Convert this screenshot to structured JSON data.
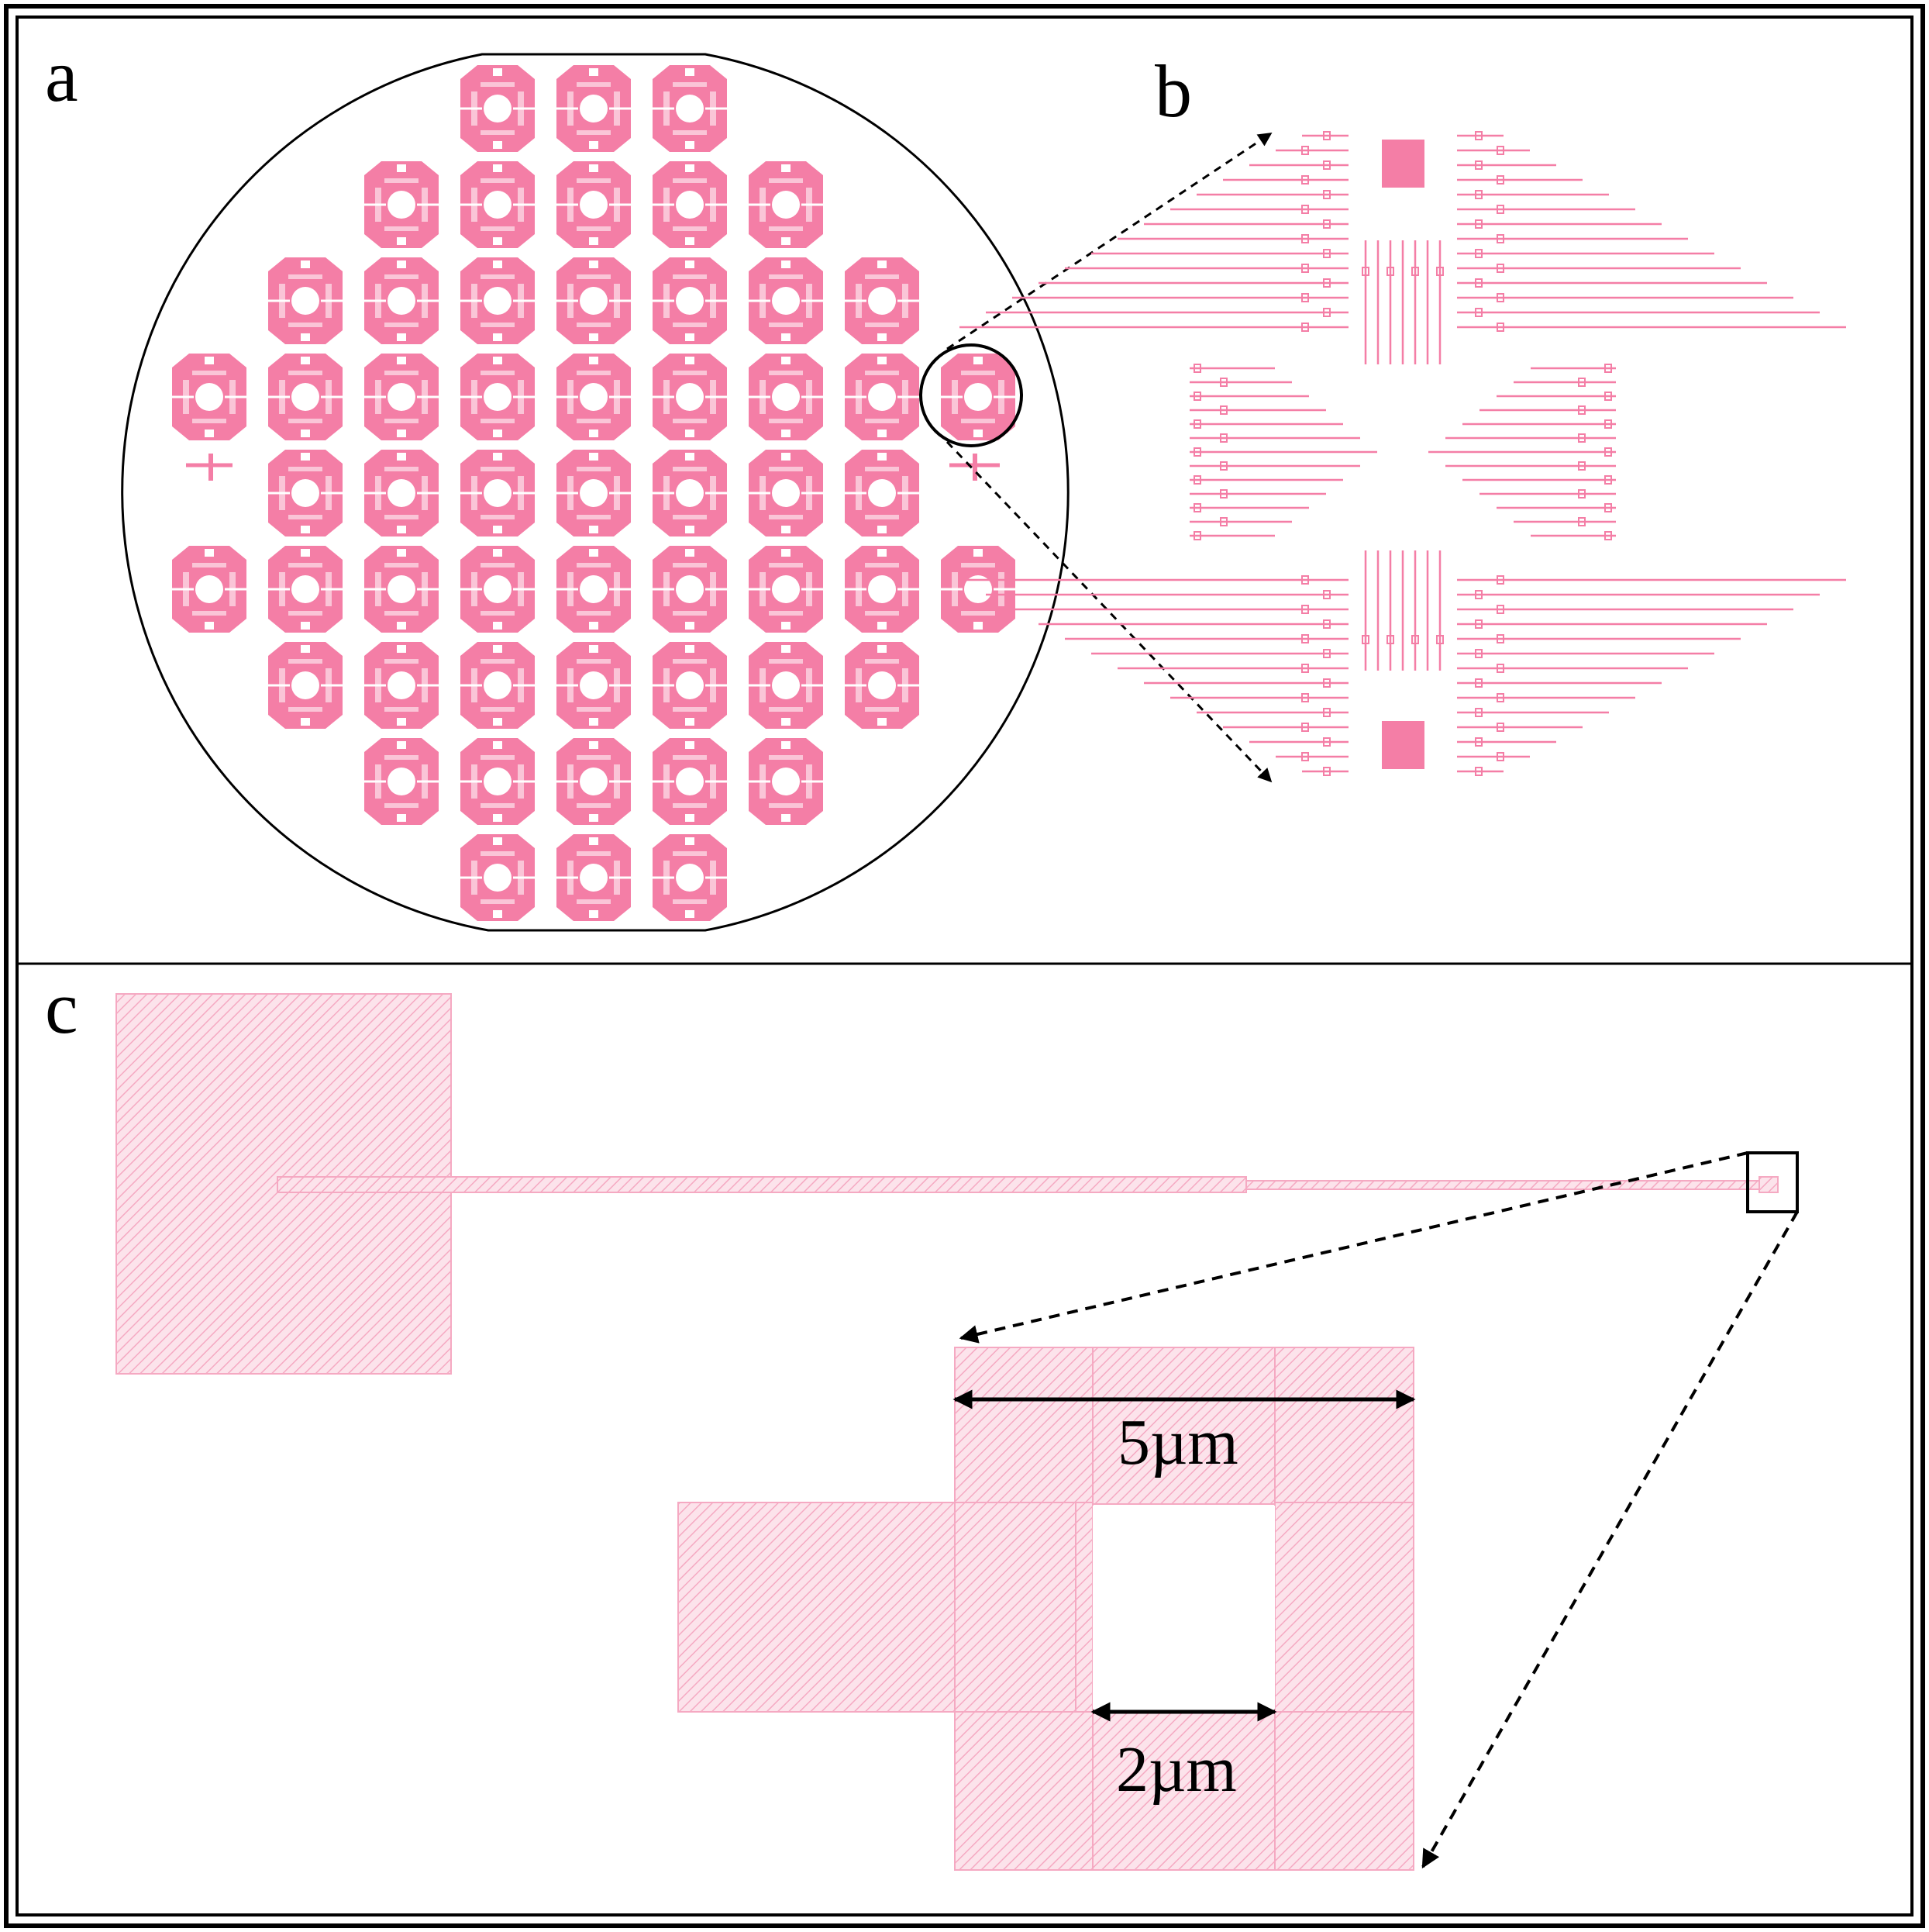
{
  "figure": {
    "panels": [
      {
        "id": "a",
        "label": "a"
      },
      {
        "id": "b",
        "label": "b"
      },
      {
        "id": "c",
        "label": "c"
      }
    ],
    "dimensions": {
      "outer": "5µm",
      "inner": "2µm"
    },
    "wafer_rows": [
      3,
      5,
      7,
      9,
      7,
      9,
      7,
      5,
      3
    ],
    "colors": {
      "pattern": "#f47ea6",
      "pattern_light": "#f9c6d6",
      "line": "#000000",
      "frame": "#000000",
      "background": "#ffffff"
    }
  }
}
